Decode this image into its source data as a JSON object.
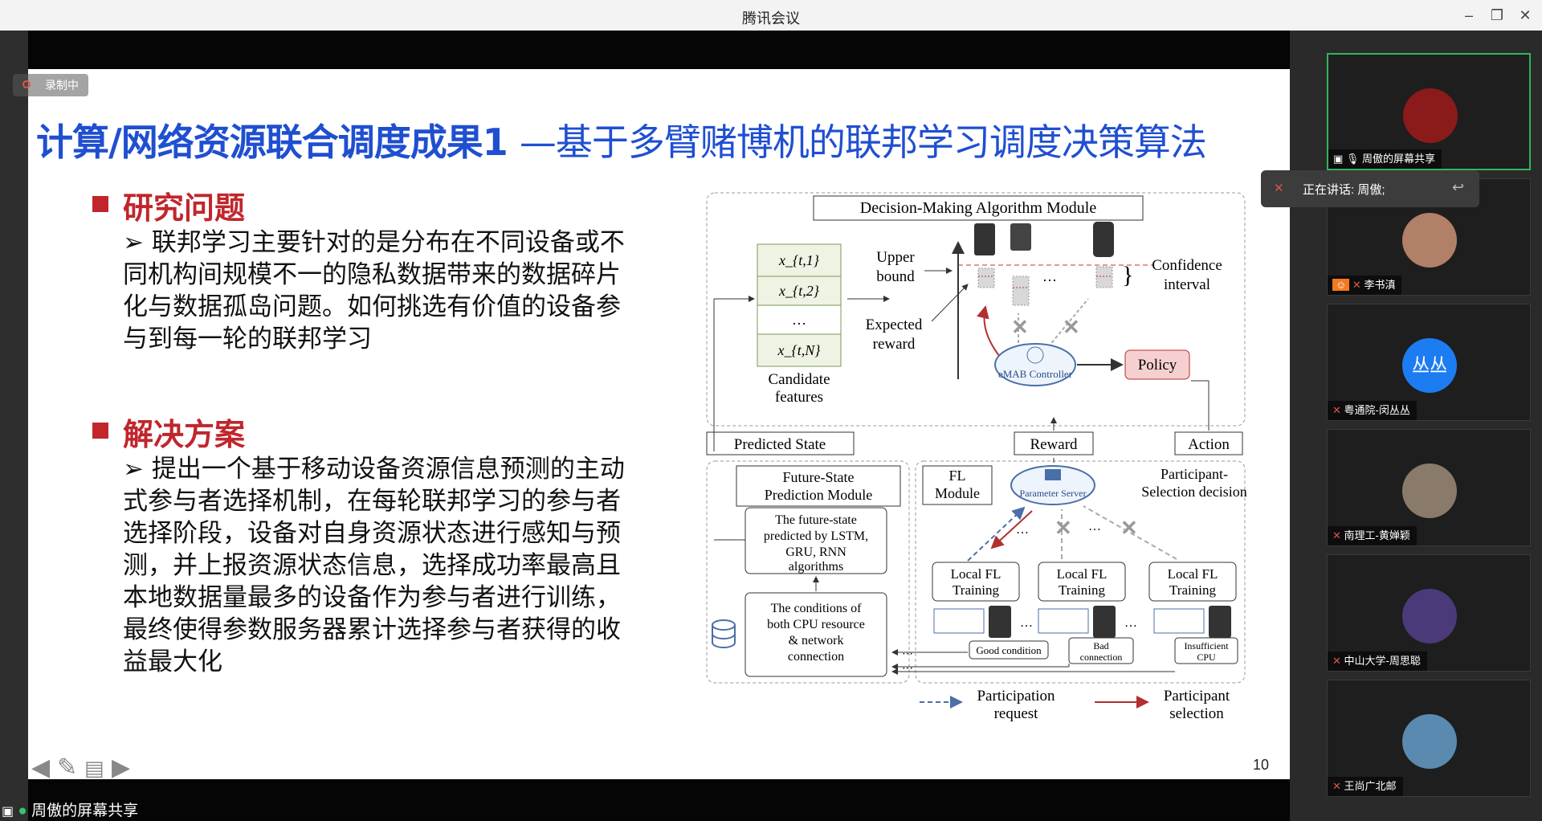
{
  "window": {
    "title": "腾讯会议"
  },
  "recording": {
    "label": "录制中"
  },
  "slide": {
    "title_part1": "计算/网络资源联合调度成果1",
    "title_part2": "—基于多臂赌博机的联邦学习调度决策算法",
    "section1": {
      "heading": "研究问题",
      "lines": [
        "➢ 联邦学习主要针对的是分布在不同设备或不",
        "同机构间规模不一的隐私数据带来的数据碎片",
        "化与数据孤岛问题。如何挑选有价值的设备参",
        "与到每一轮的联邦学习"
      ]
    },
    "section2": {
      "heading": "解决方案",
      "lines": [
        "➢ 提出一个基于移动设备资源信息预测的主动",
        "式参与者选择机制，在每轮联邦学习的参与者",
        "选择阶段，设备对自身资源状态进行感知与预",
        "测，并上报资源状态信息，选择成功率最高且",
        "本地数据量最多的设备作为参与者进行训练，",
        "最终使得参数服务器累计选择参与者获得的收",
        "益最大化"
      ]
    },
    "page_number": "10",
    "diagram": {
      "dma_title": "Decision-Making Algorithm Module",
      "features": [
        "x_{t,1}",
        "x_{t,2}",
        "…",
        "x_{t,N}"
      ],
      "candidate": [
        "Candidate",
        "features"
      ],
      "upper_bound": [
        "Upper",
        "bound"
      ],
      "expected_reward": [
        "Expected",
        "reward"
      ],
      "confidence": [
        "Confidence",
        "interval"
      ],
      "emab": "eMAB Controller",
      "policy": "Policy",
      "predicted_state": "Predicted State",
      "reward": "Reward",
      "action": "Action",
      "future_state_module": [
        "Future-State",
        "Prediction Module"
      ],
      "future_state_text": [
        "The future-state",
        "predicted by LSTM,",
        "GRU, RNN",
        "algorithms"
      ],
      "conditions_text": [
        "The conditions of",
        "both CPU resource",
        "& network",
        "connection"
      ],
      "fl_module": [
        "FL",
        "Module"
      ],
      "parameter_server": "Parameter Server",
      "participant_selection": [
        "Participant-",
        "Selection decision"
      ],
      "local_fl": [
        "Local FL",
        "Training"
      ],
      "good_condition": "Good condition",
      "bad_connection": [
        "Bad",
        "connection"
      ],
      "insufficient_cpu": [
        "Insufficient",
        "CPU"
      ],
      "legend_request": [
        "Participation",
        "request"
      ],
      "legend_selection": [
        "Participant",
        "selection"
      ]
    }
  },
  "share_label": "周傲的屏幕共享",
  "speaking": "正在讲话: 周傲;",
  "participants": [
    {
      "name": "周傲的屏幕共享",
      "avatar_text": "",
      "color": "#8b1a1a"
    },
    {
      "name": "李书滇",
      "avatar_text": "",
      "color": "#b08068"
    },
    {
      "name": "粤通院-闵丛丛",
      "avatar_text": "丛丛",
      "color": "#1c7cf2"
    },
    {
      "name": "南理工-黄婵颖",
      "avatar_text": "",
      "color": "#8a7a6a"
    },
    {
      "name": "中山大学-周思聪",
      "avatar_text": "",
      "color": "#4a3a7a"
    },
    {
      "name": "王尚广北邮",
      "avatar_text": "",
      "color": "#5a8ab0"
    }
  ]
}
